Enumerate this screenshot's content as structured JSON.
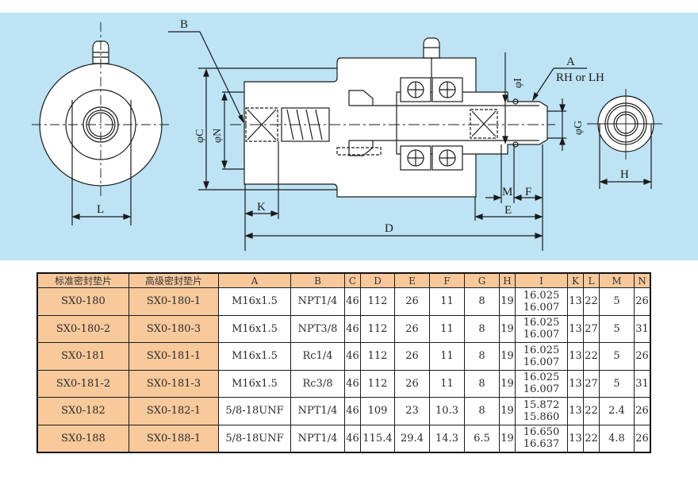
{
  "drawing": {
    "labels": {
      "A": "A",
      "thread": "RH or LH",
      "B": "B",
      "C": "φC",
      "N": "φN",
      "I": "φI",
      "G": "φG",
      "D": "D",
      "E": "E",
      "F": "F",
      "K": "K",
      "M": "M",
      "L": "L",
      "H": "H"
    },
    "colors": {
      "background": "#bde3f5",
      "body": "#ffffff",
      "line": "#1a1a1a"
    }
  },
  "table": {
    "headers": [
      "标准密封垫片",
      "高级密封垫片",
      "A",
      "B",
      "C",
      "D",
      "E",
      "F",
      "G",
      "H",
      "I",
      "K",
      "L",
      "M",
      "N"
    ],
    "rows": [
      {
        "std": "SX0-180",
        "adv": "SX0-180-1",
        "A": "M16x1.5",
        "B": "NPT1/4",
        "C": "46",
        "D": "112",
        "E": "26",
        "F": "11",
        "G": "8",
        "H": "19",
        "I_max": "16.025",
        "I_min": "16.007",
        "K": "13",
        "L": "22",
        "M": "5",
        "N": "26"
      },
      {
        "std": "SX0-180-2",
        "adv": "SX0-180-3",
        "A": "M16x1.5",
        "B": "NPT3/8",
        "C": "46",
        "D": "112",
        "E": "26",
        "F": "11",
        "G": "8",
        "H": "19",
        "I_max": "16.025",
        "I_min": "16.007",
        "K": "13",
        "L": "27",
        "M": "5",
        "N": "31"
      },
      {
        "std": "SX0-181",
        "adv": "SX0-181-1",
        "A": "M16x1.5",
        "B": "Rc1/4",
        "C": "46",
        "D": "112",
        "E": "26",
        "F": "11",
        "G": "8",
        "H": "19",
        "I_max": "16.025",
        "I_min": "16.007",
        "K": "13",
        "L": "22",
        "M": "5",
        "N": "26"
      },
      {
        "std": "SX0-181-2",
        "adv": "SX0-181-3",
        "A": "M16x1.5",
        "B": "Rc3/8",
        "C": "46",
        "D": "112",
        "E": "26",
        "F": "11",
        "G": "8",
        "H": "19",
        "I_max": "16.025",
        "I_min": "16.007",
        "K": "13",
        "L": "27",
        "M": "5",
        "N": "31"
      },
      {
        "std": "SX0-182",
        "adv": "SX0-182-1",
        "A": "5/8-18UNF",
        "B": "NPT1/4",
        "C": "46",
        "D": "109",
        "E": "23",
        "F": "10.3",
        "G": "8",
        "H": "19",
        "I_max": "15.872",
        "I_min": "15.860",
        "K": "13",
        "L": "22",
        "M": "2.4",
        "N": "26"
      },
      {
        "std": "SX0-188",
        "adv": "SX0-188-1",
        "A": "5/8-18UNF",
        "B": "NPT1/4",
        "C": "46",
        "D": "115.4",
        "E": "29.4",
        "F": "14.3",
        "G": "6.5",
        "H": "19",
        "I_max": "16.650",
        "I_min": "16.637",
        "K": "13",
        "L": "22",
        "M": "4.8",
        "N": "26"
      }
    ],
    "colors": {
      "header_bg": "#f7c89a",
      "model_bg": "#f8c99b",
      "cell_bg": "#ffffff",
      "border": "#1c1c1c"
    }
  }
}
